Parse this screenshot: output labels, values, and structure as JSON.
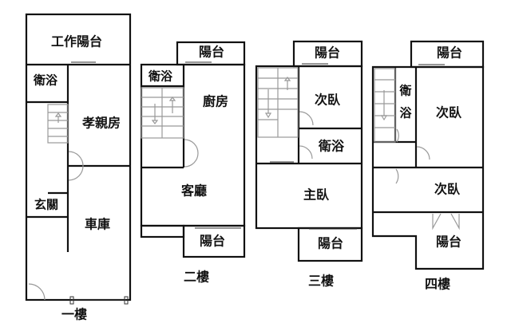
{
  "floors": [
    {
      "title": "一樓",
      "rooms": [
        "工作陽台",
        "衛浴",
        "孝親房",
        "玄關",
        "車庫"
      ]
    },
    {
      "title": "二樓",
      "rooms": [
        "陽台",
        "衛浴",
        "廚房",
        "客廳",
        "陽台"
      ]
    },
    {
      "title": "三樓",
      "rooms": [
        "陽台",
        "次臥",
        "衛浴",
        "主臥",
        "陽台"
      ]
    },
    {
      "title": "四樓",
      "rooms": [
        "陽台",
        "衛",
        "浴",
        "次臥",
        "次臥",
        "陽台"
      ]
    }
  ]
}
